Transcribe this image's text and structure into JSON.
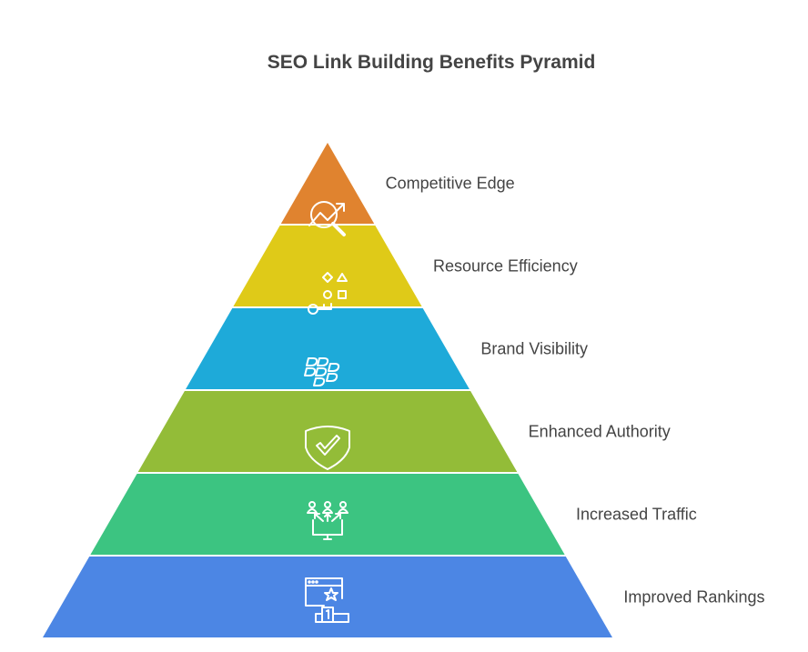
{
  "title": "SEO Link Building Benefits Pyramid",
  "layers": [
    {
      "label": "Competitive Edge",
      "color": "#E0832F",
      "icon": "chart-magnifier-icon"
    },
    {
      "label": "Resource Efficiency",
      "color": "#DFCA18",
      "icon": "shapes-icon"
    },
    {
      "label": "Brand Visibility",
      "color": "#1EAAD9",
      "icon": "brand-logos-icon"
    },
    {
      "label": "Enhanced Authority",
      "color": "#93BC38",
      "icon": "shield-check-icon"
    },
    {
      "label": "Increased Traffic",
      "color": "#3CC481",
      "icon": "users-monitor-icon"
    },
    {
      "label": "Improved Rankings",
      "color": "#4C86E4",
      "icon": "podium-browser-icon"
    }
  ]
}
